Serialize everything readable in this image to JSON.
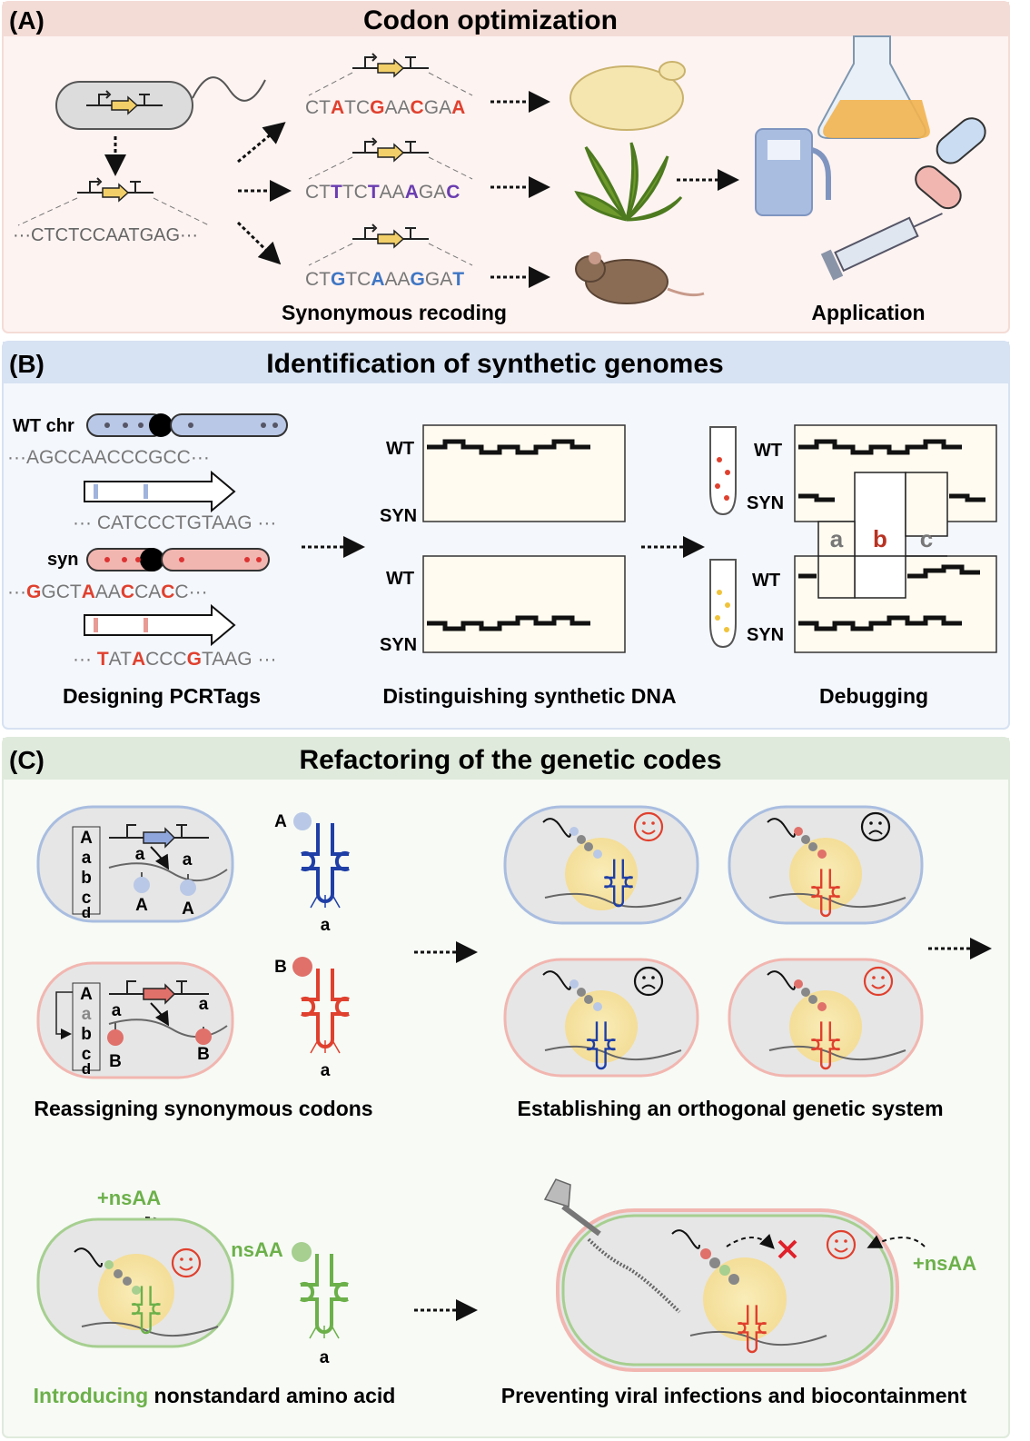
{
  "panels": {
    "a": {
      "letter": "(A)",
      "title": "Codon optimization",
      "wild_sequence": "···CTCTCCAATGAG···",
      "recoded_sequences": [
        {
          "text": "CTATCGAACGAA",
          "accent": "#e0402e"
        },
        {
          "text": "CTTTCTAAAGAC",
          "accent": "#6a3db0"
        },
        {
          "text": "CTGTCAAAGGAT",
          "accent": "#3f76c4"
        }
      ],
      "recoding_label": "Synonymous recoding",
      "application_label": "Application",
      "hosts": [
        "yeast-icon",
        "plant-icon",
        "mouse-icon"
      ],
      "applications": [
        "flask-icon",
        "fuel-pump-icon",
        "capsule-icon",
        "syringe-icon"
      ]
    },
    "b": {
      "letter": "(B)",
      "title": "Identification of synthetic genomes",
      "wt_chr_label": "WT chr",
      "syn_label": "syn",
      "wt_seq": "···AGCCAACCCGCC···",
      "wt_tag": "··· CATCCCTGTAAG ···",
      "syn_seq": "···GGCTAAACCACC···",
      "syn_tag": "··· TATACCCGTAAG ···",
      "wt_row": "WT",
      "syn_row": "SYN",
      "segments": [
        "a",
        "b",
        "c"
      ],
      "step_labels": [
        "Designing PCRTags",
        "Distinguishing synthetic DNA",
        "Debugging"
      ]
    },
    "c": {
      "letter": "(C)",
      "title": "Refactoring of the genetic codes",
      "codon_table": [
        "A",
        "a",
        "b",
        "c",
        "d"
      ],
      "anticodon": "a",
      "amino_a": "A",
      "amino_b": "B",
      "nsaa": "nsAA",
      "plus_nsaa": "+nsAA",
      "step_labels": [
        "Reassigning synonymous codons",
        "Establishing an orthogonal genetic system",
        "Introducing nonstandard amino acid",
        "Preventing viral infections and biocontainment"
      ],
      "outcomes": [
        "happy-face-icon",
        "sad-face-icon",
        "sad-face-icon",
        "happy-face-icon"
      ]
    }
  },
  "colors": {
    "panel_a": "#f4dcd6",
    "panel_b": "#d7e2f2",
    "panel_c": "#dfeadc",
    "blue": "#1f3fa6",
    "red": "#e0402e",
    "green": "#6cb04a",
    "purple": "#6a3db0",
    "gold": "#f2cf68"
  }
}
